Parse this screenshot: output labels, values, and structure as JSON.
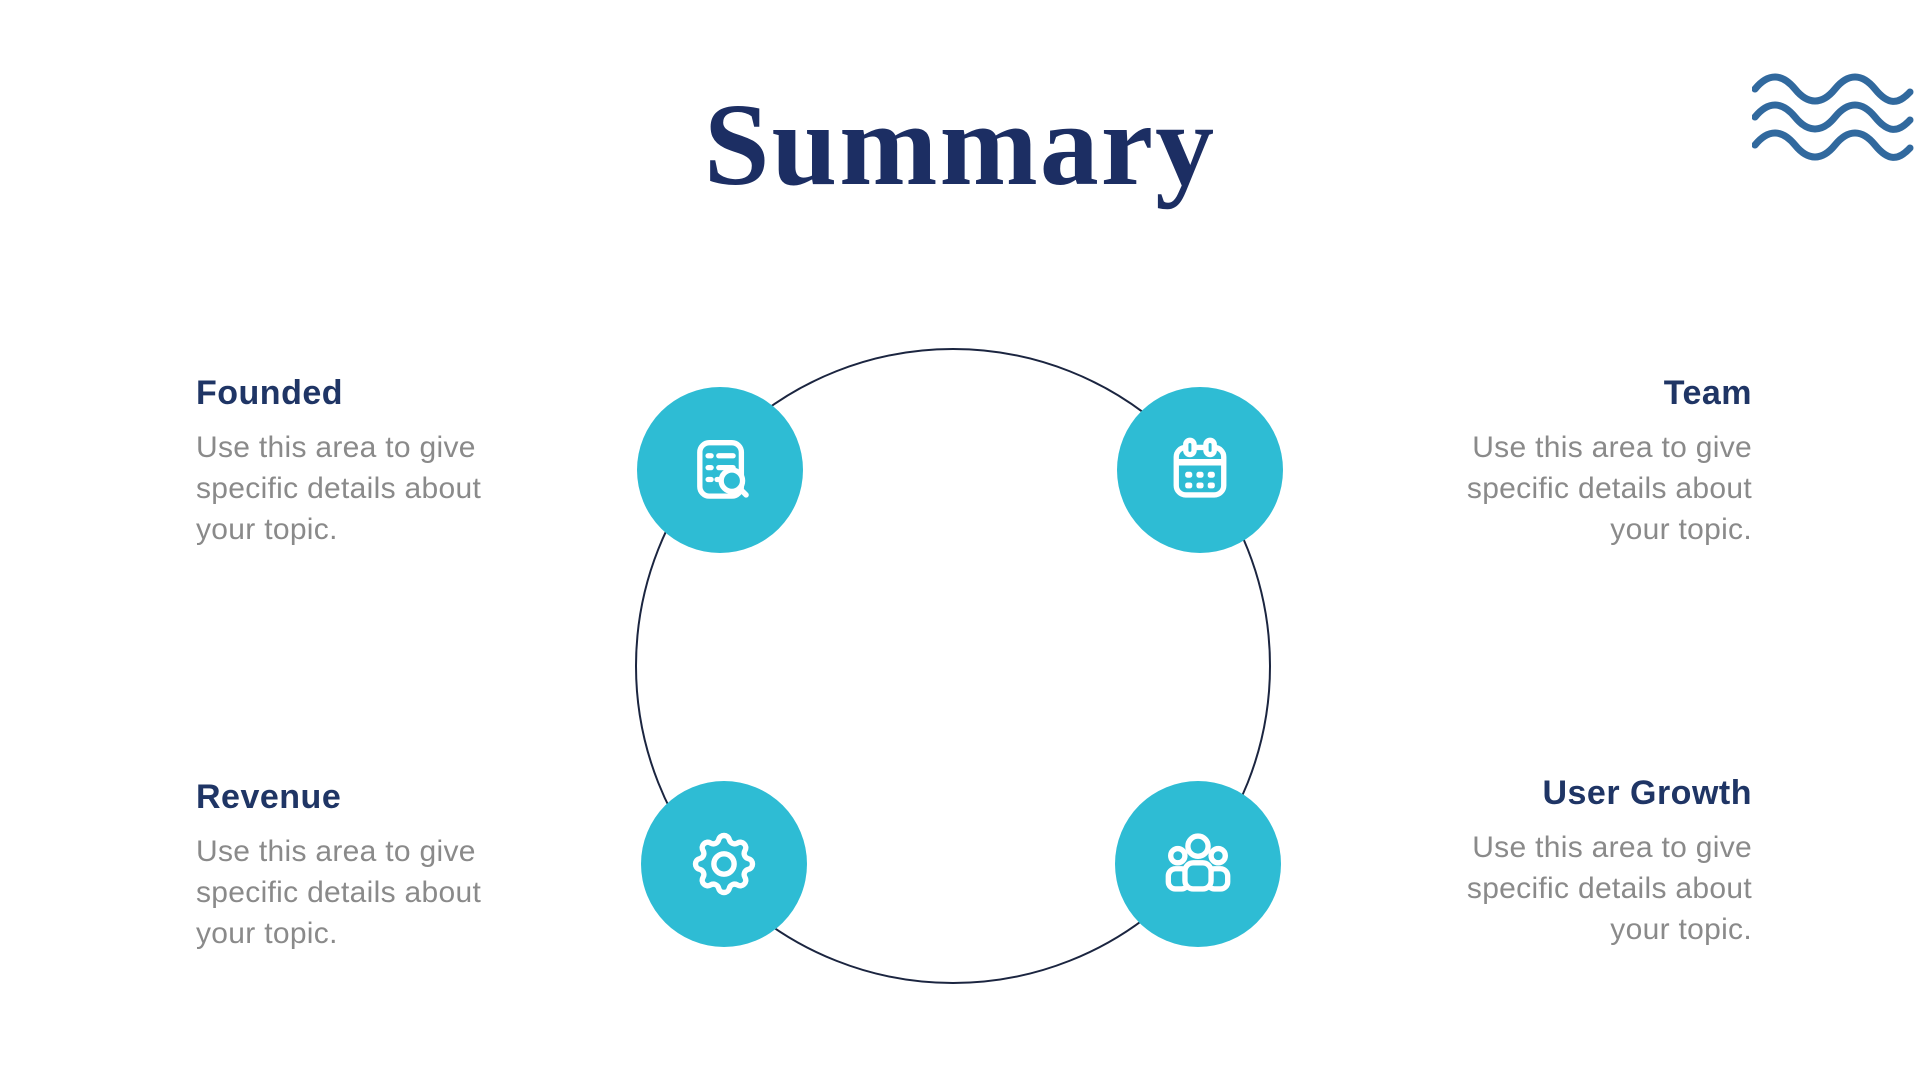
{
  "slide": {
    "title": "Summary"
  },
  "items": [
    {
      "id": "founded",
      "label": "Founded",
      "description": "Use this area to give specific details about your topic.",
      "icon": "list-search-icon"
    },
    {
      "id": "team",
      "label": "Team",
      "description": "Use this area to give specific details about your topic.",
      "icon": "calendar-icon"
    },
    {
      "id": "revenue",
      "label": "Revenue",
      "description": "Use this area to give specific details about your topic.",
      "icon": "gear-icon"
    },
    {
      "id": "user-growth",
      "label": "User Growth",
      "description": "Use this area to give specific details about your topic.",
      "icon": "users-icon"
    }
  ],
  "colors": {
    "background": "#FFFFFF",
    "title": "#1C2E63",
    "heading": "#1F3565",
    "body_text": "#8A8A8A",
    "node_fill": "#2EBCD4",
    "icon_stroke": "#FFFFFF",
    "ring_stroke": "#1B2540",
    "wave_stroke": "#31699E"
  }
}
